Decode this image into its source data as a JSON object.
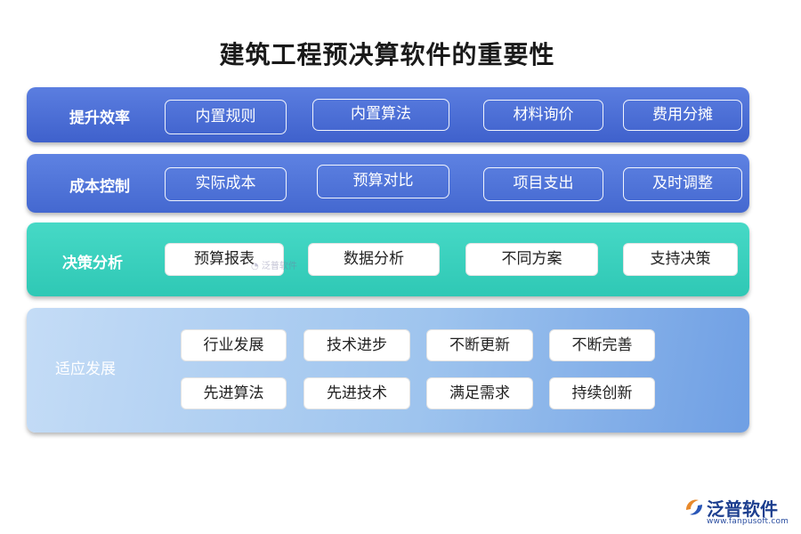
{
  "title": "建筑工程预决算软件的重要性",
  "rows": [
    {
      "label": "提升效率",
      "items": [
        "内置规则",
        "内置算法",
        "材料询价",
        "费用分摊"
      ]
    },
    {
      "label": "成本控制",
      "items": [
        "实际成本",
        "预算对比",
        "项目支出",
        "及时调整"
      ]
    },
    {
      "label": "决策分析",
      "items": [
        "预算报表",
        "数据分析",
        "不同方案",
        "支持决策"
      ]
    },
    {
      "label": "适应发展",
      "items": [
        "行业发展",
        "技术进步",
        "不断更新",
        "不断完善",
        "先进算法",
        "先进技术",
        "满足需求",
        "持续创新"
      ]
    }
  ],
  "watermark": "泛普软件",
  "logo": {
    "name": "泛普软件",
    "url": "www.fanpusoft.com"
  }
}
